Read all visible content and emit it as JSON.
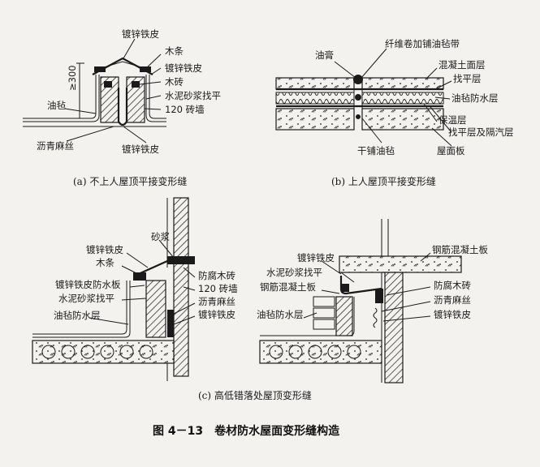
{
  "figure_title": "图 4－13　卷材防水屋面变形缝构造",
  "panel_a": {
    "caption": "(a) 不上人屋顶平接变形缝",
    "labels": {
      "zinc_top": "镀锌铁皮",
      "wood_strip": "木条",
      "zinc_mid": "镀锌铁皮",
      "wood_brick": "木砖",
      "mortar": "水泥砂浆找平",
      "wall": "120 砖墙",
      "felt": "油毡",
      "asphalt_hemp": "沥青麻丝",
      "zinc_bottom": "镀锌铁皮",
      "dimension": "≥300"
    }
  },
  "panel_b": {
    "caption": "(b) 上人屋顶平接变形缝",
    "labels": {
      "fiber_strip": "纤维卷加铺油毡带",
      "paste": "油膏",
      "concrete_surface": "混凝土面层",
      "leveling": "找平层",
      "felt_layer": "油毡防水层",
      "insulation": "保温层",
      "leveling_vapor": "找平层及隔汽层",
      "dry_felt": "干铺油毡",
      "roof_slab": "屋面板"
    }
  },
  "panel_c": {
    "caption": "(c) 高低错落处屋顶变形缝",
    "left_labels": {
      "mortar_top": "砂浆",
      "zinc": "镀锌铁皮",
      "wood_strip": "木条",
      "zinc_board": "镀锌铁皮防水板",
      "mortar_level": "水泥砂浆找平",
      "felt_layer": "油毡防水层",
      "wood_brick": "防腐木砖",
      "wall": "120 砖墙",
      "asphalt_hemp": "沥青麻丝",
      "zinc_bottom": "镀锌铁皮"
    },
    "right_labels": {
      "zinc": "镀锌铁皮",
      "rc_slab": "钢筋混凝土板",
      "mortar_level": "水泥砂浆找平",
      "rc_slab2": "钢筋混凝土板",
      "felt_layer": "油毡防水层",
      "wood_brick": "防腐木砖",
      "asphalt_hemp": "沥青麻丝",
      "zinc_bottom": "镀锌铁皮"
    }
  }
}
